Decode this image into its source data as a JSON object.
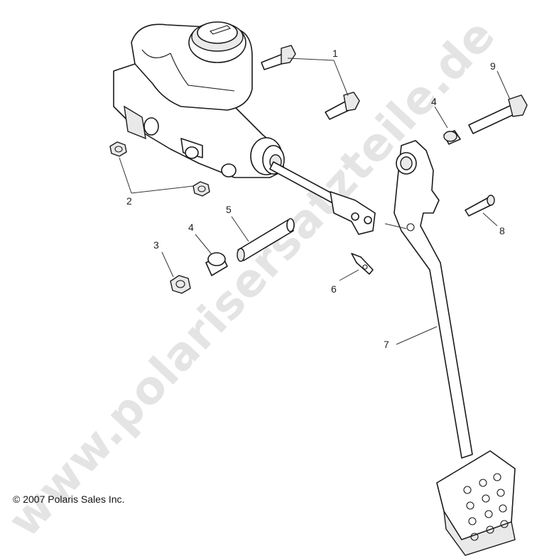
{
  "copyright": "© 2007 Polaris Sales Inc.",
  "watermark": "www.polarisersatzteile.de",
  "callouts": {
    "c1": "1",
    "c2": "2",
    "c3": "3",
    "c4a": "4",
    "c4b": "4",
    "c5": "5",
    "c6": "6",
    "c7": "7",
    "c8": "8",
    "c9": "9"
  }
}
